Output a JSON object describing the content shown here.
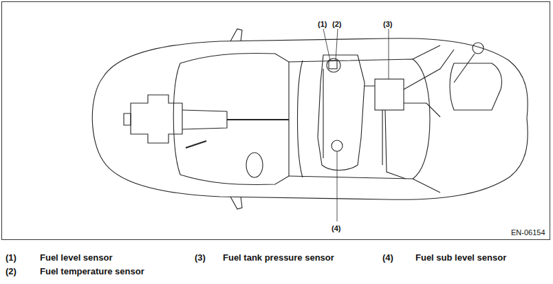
{
  "diagram": {
    "labels": [
      "(1)",
      "(2)",
      "(3)",
      "(4)",
      "EN-06154",
      "(1)",
      "Fuel level sensor",
      "(3)",
      "Fuel tank pressure sensor",
      "(4)",
      "Fuel sub level sensor",
      "(2)",
      "Fuel temperature sensor"
    ]
  }
}
